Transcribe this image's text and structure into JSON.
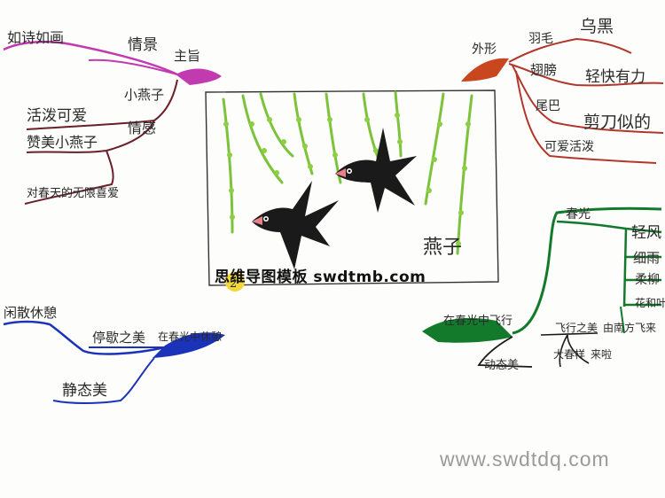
{
  "center": {
    "title": "燕子",
    "page_badge": "2"
  },
  "branches": {
    "theme": {
      "root": "主旨",
      "sub": "情景",
      "top": "如诗如画",
      "leaves": [
        "活泼可爱",
        "小燕子",
        "赞美小燕子",
        "情感",
        "对春天的无限喜爱"
      ]
    },
    "appearance": {
      "root": "外形",
      "leaves": [
        "羽毛",
        "乌黑",
        "翅膀",
        "轻快有力",
        "尾巴",
        "剪刀似的",
        "可爱活泼"
      ]
    },
    "flight": {
      "root": "在春光中飞行",
      "leaves": [
        "春光",
        "轻风",
        "细雨",
        "柔柳",
        "花和叶",
        "动态美",
        "飞行之美",
        "由南方飞来",
        "大春样",
        "来啦"
      ]
    },
    "rest": {
      "root": "在春光中休憩",
      "leaves": [
        "闲散休憩",
        "停歇之美",
        "静态美"
      ]
    }
  },
  "watermark": "思维导图模板 swdtmb.com",
  "site_url": "www.swdtdq.com",
  "colors": {
    "theme": "#c23ab0",
    "appearance": "#c8471f",
    "flight": "#137a2c",
    "rest": "#1a33b8",
    "branch_line": "#6a1f2a",
    "willow": "#7cc23a"
  }
}
